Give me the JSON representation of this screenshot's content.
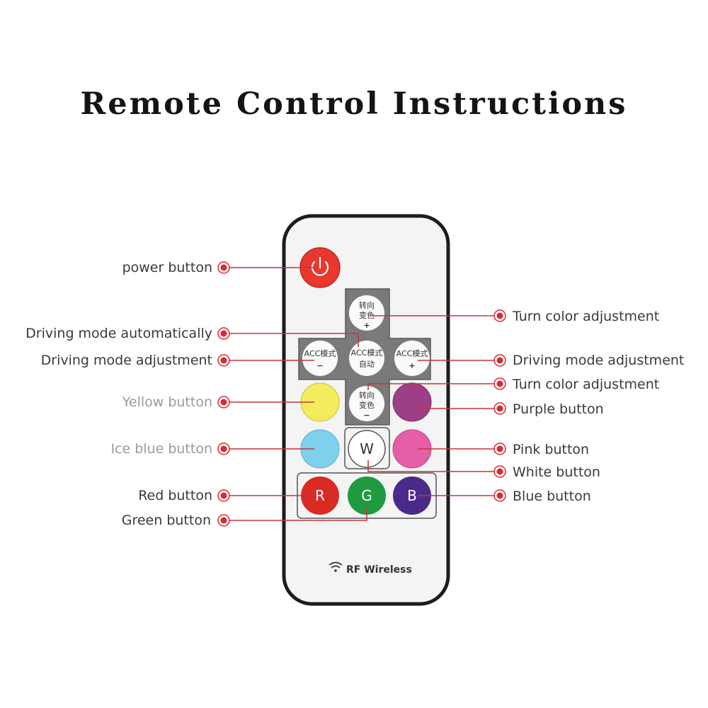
{
  "title": "Remote Control Instructions",
  "footer": "RF Wireless",
  "remote": {
    "power_key": {
      "name": "power-key",
      "icon": "power-icon",
      "color": "#e8382d"
    },
    "turn_up_key": {
      "line1": "转向",
      "line2": "变色",
      "sign": "+"
    },
    "turn_down_key": {
      "line1": "转向",
      "line2": "变色",
      "sign": "−"
    },
    "acc_minus_key": {
      "line1": "ACC模式",
      "sign": "−"
    },
    "acc_plus_key": {
      "line1": "ACC模式",
      "sign": "+"
    },
    "acc_auto_key": {
      "line1": "ACC模式",
      "line2": "自动"
    },
    "yellow_key": {
      "color": "#f4ec5c"
    },
    "purple_key": {
      "color": "#9c3f88"
    },
    "iceblue_key": {
      "color": "#7fd0ec"
    },
    "pink_key": {
      "color": "#e45fa5"
    },
    "white_key": {
      "text": "W"
    },
    "red_key": {
      "text": "R",
      "color": "#d92b24"
    },
    "green_key": {
      "text": "G",
      "color": "#1f9a3e"
    },
    "blue_key": {
      "text": "B",
      "color": "#4a2a8a"
    }
  },
  "labels": {
    "power": "power button",
    "turn_color_top": "Turn color adjustment",
    "driving_auto": "Driving mode automatically",
    "driving_left": "Driving mode adjustment",
    "driving_right": "Driving mode adjustment",
    "turn_color_bottom": "Turn color adjustment",
    "yellow": "Yellow button",
    "purple": "Purple button",
    "iceblue": "Ice blue button",
    "pink": "Pink button",
    "white": "White button",
    "red": "Red button",
    "blue": "Blue button",
    "green": "Green button"
  },
  "colors": {
    "leader": "#c9353a",
    "marker": "#e0262e"
  }
}
